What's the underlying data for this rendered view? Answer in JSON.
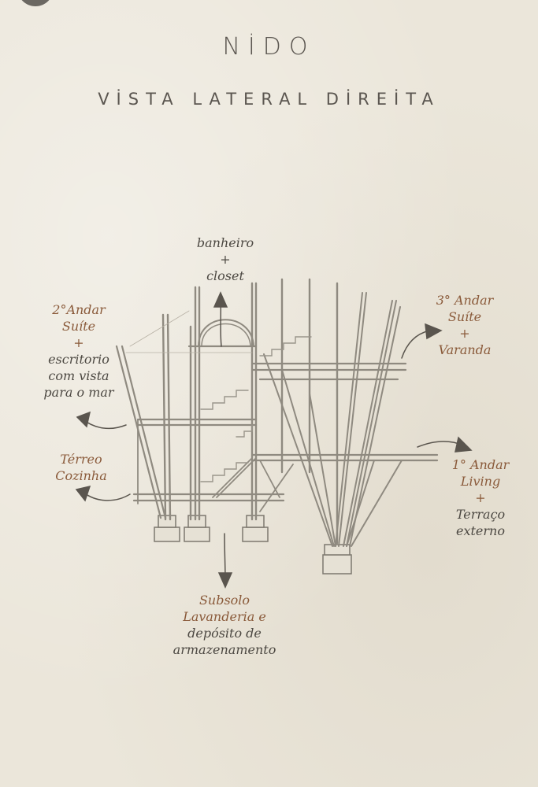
{
  "header": {
    "title": "NİDO",
    "subtitle": "VİSTA LATERAL DİREİTA"
  },
  "labels": {
    "bathroom": {
      "line1": "banheiro",
      "line2": "+",
      "line3": "closet"
    },
    "second_floor": {
      "line1": "2°Andar",
      "line2": "Suíte",
      "line3": "+",
      "line4": "escritorio",
      "line5": "com vista",
      "line6": "para o mar"
    },
    "third_floor": {
      "line1": "3° Andar",
      "line2": "Suíte",
      "line3": "+",
      "line4": "Varanda"
    },
    "ground_floor": {
      "line1": "Térreo",
      "line2": "Cozinha"
    },
    "first_floor": {
      "line1": "1° Andar",
      "line2": "Living",
      "line3": "+",
      "line4": "Terraço",
      "line5": "externo"
    },
    "basement": {
      "line1": "Subsolo",
      "line2": "Lavanderia e",
      "line3": "depósito de",
      "line4": "armazenamento"
    }
  },
  "colors": {
    "background": "#ebe6da",
    "ink": "#4a4640",
    "label_brown": "#8a5a3a",
    "structure": "#8f8a80"
  }
}
